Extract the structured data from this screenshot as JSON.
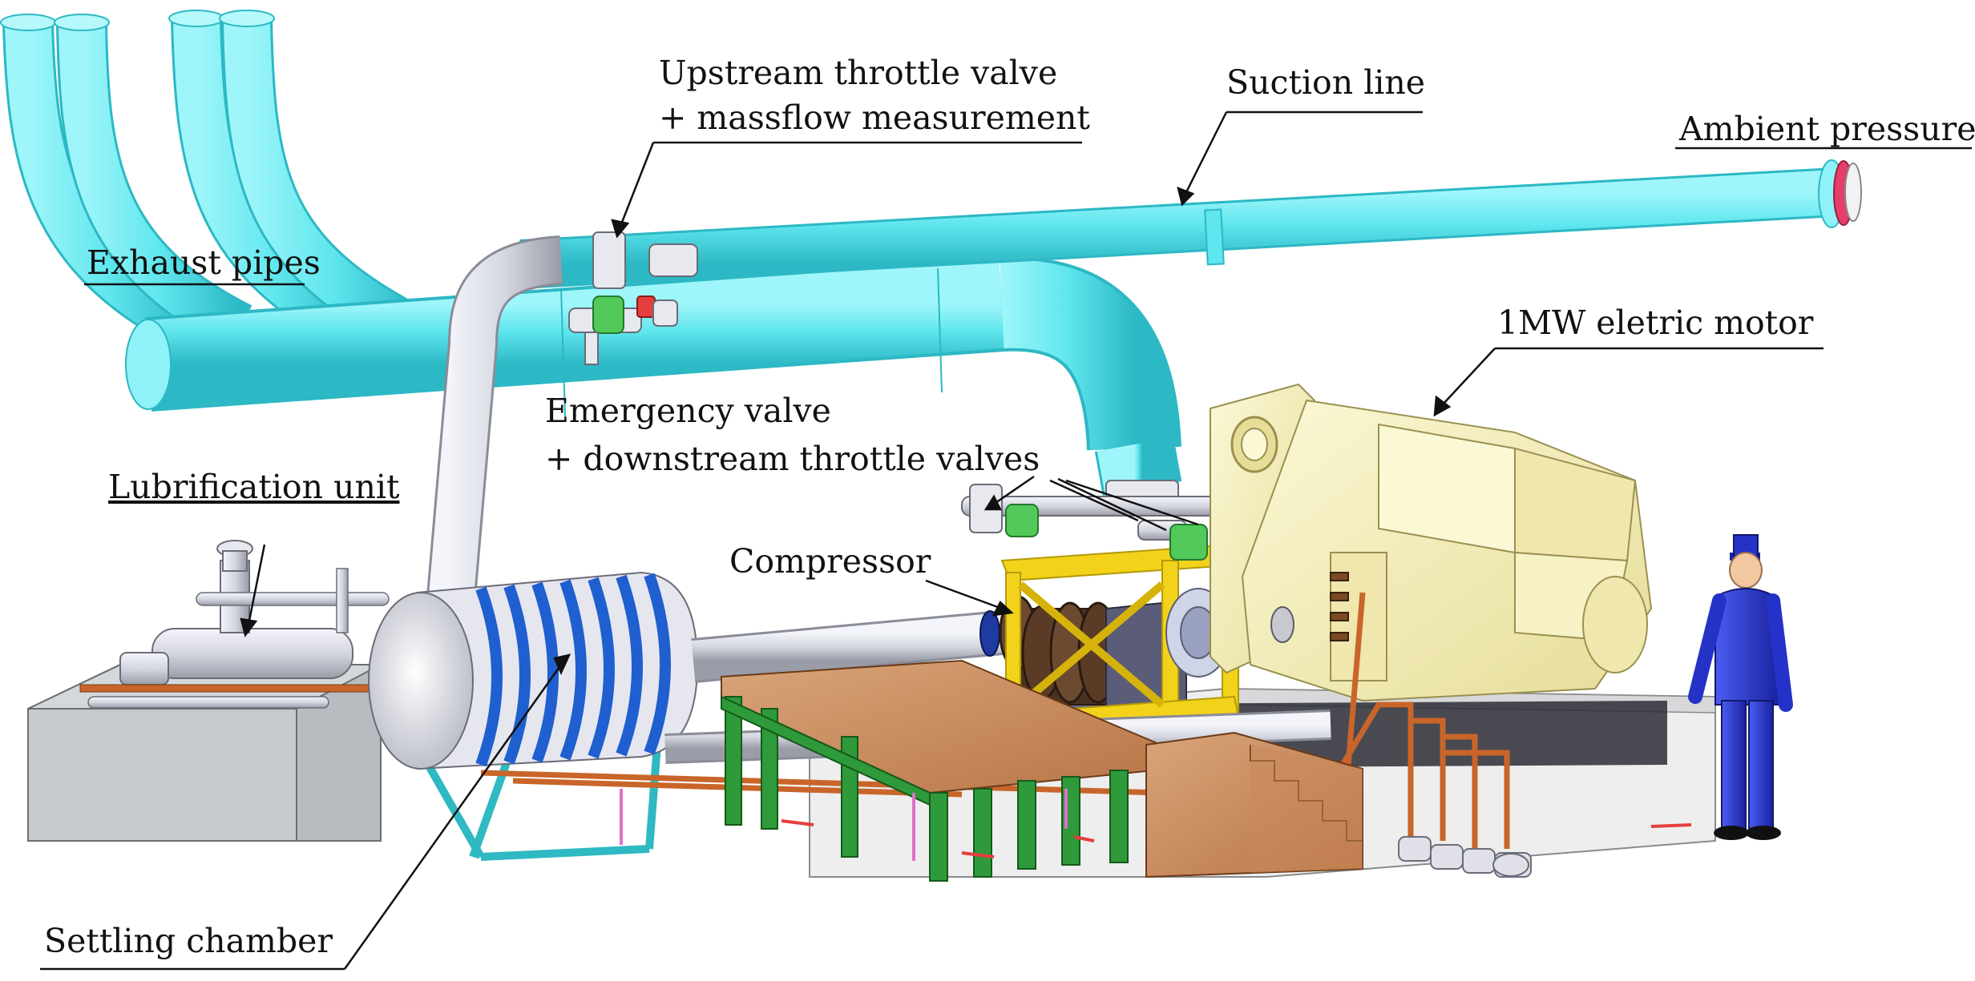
{
  "labels": {
    "upstream_line1": "Upstream throttle valve",
    "upstream_line2": "+ massflow measurement",
    "suction_line": "Suction line",
    "ambient_pressure": "Ambient pressure",
    "exhaust_pipes": "Exhaust pipes",
    "electric_motor": "1MW eletric motor",
    "emergency_line1": "Emergency valve",
    "emergency_line2": "+ downstream throttle valves",
    "lubrication_unit": "Lubrification unit",
    "compressor": "Compressor",
    "settling_chamber": "Settling chamber"
  },
  "colors": {
    "pipe_cyan": "#5fe6ee",
    "pipe_cyan_dark": "#2cb8c4",
    "pipe_grey": "#d4d6e0",
    "chamber_rings": "#1f5fd0",
    "motor_yellow": "#f4efb8",
    "frame_yellow": "#f2d21a",
    "stand_green": "#2e9a3a",
    "stairs_brown": "#c8895a",
    "figure_blue": "#2432c8",
    "valve_green": "#52c95a",
    "copper": "#c9652a"
  }
}
